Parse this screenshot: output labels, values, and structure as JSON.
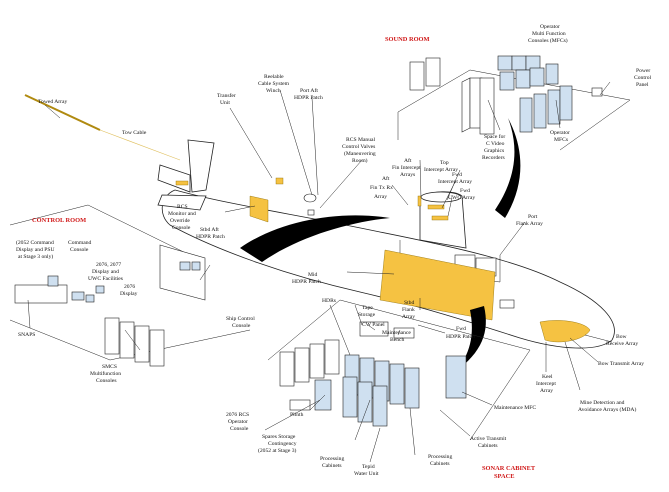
{
  "rooms": {
    "sound_room": "SOUND ROOM",
    "control_room": "CONTROL ROOM",
    "sonar_cabinet_1": "SONAR CABINET",
    "sonar_cabinet_2": "SPACE"
  },
  "labels": {
    "towed_array": "Towed Array",
    "tow_cable": "Tow Cable",
    "transfer_unit_1": "Transfer",
    "transfer_unit_2": "Unit",
    "reelable_1": "Reelable",
    "reelable_2": "Cable System",
    "reelable_3": "Winch",
    "port_aft_1": "Port Aft",
    "port_aft_2": "HDPR Patch",
    "rcs_manual_1": "RCS Manual",
    "rcs_manual_2": "Control Valves",
    "rcs_manual_3": "(Maneuvering",
    "rcs_manual_4": "Room)",
    "operator_mfc_1": "Operator",
    "operator_mfc_2": "Multi Function",
    "operator_mfc_3": "Consoles (MFCs)",
    "power_control_1": "Power",
    "power_control_2": "Control",
    "power_control_3": "Panel",
    "space_for_1": "Space for",
    "space_for_2": "C Video",
    "space_for_3": "Graphics",
    "space_for_4": "Recorders",
    "operator_mfcs_1": "Operator",
    "operator_mfcs_2": "MFCs",
    "aft_fin_1": "Aft",
    "aft_fin_2": "Fin Intercept",
    "aft_fin_3": "Arrays",
    "aft_fin_tx_1": "Aft",
    "aft_fin_tx_2": "Fin Tx Rx",
    "aft_fin_tx_3": "Array",
    "top_intercept_1": "Top",
    "top_intercept_2": "Intercept Array",
    "fwd_intercept_1": "Fwd",
    "fwd_intercept_2": "Intercept Array",
    "fwd_uwc_1": "Fwd",
    "fwd_uwc_2": "UWC Array",
    "rcs_monitor_1": "RCS",
    "rcs_monitor_2": "Monitor and",
    "rcs_monitor_3": "Override",
    "rcs_monitor_4": "Console",
    "stbd_aft_1": "Stbd Aft",
    "stbd_aft_2": "HDPR Patch",
    "port_flank": "Port",
    "port_flank_2": "Flank Array",
    "cmd_display_1": "(2052 Command",
    "cmd_display_2": "Display and PSU",
    "cmd_display_3": "at Stage 3 only)",
    "cmd_console_1": "Command",
    "cmd_console_2": "Console",
    "disp_2076_2077_1": "2076, 2077",
    "disp_2076_2077_2": "Display and",
    "disp_2076_2077_3": "UWC Facilities",
    "disp_2076": "2076",
    "display": "Display",
    "ship_control_1": "Ship Control",
    "ship_control_2": "Console",
    "mid_hdpr_1": "Mid",
    "mid_hdpr_2": "HDPR Patch",
    "snaps": "SNAPS",
    "smcs_1": "SMCS",
    "smcs_2": "Multifunction",
    "smcs_3": "Consoles",
    "hdrs": "HDRs",
    "tape_storage_1": "Tape",
    "tape_storage_2": "Storage",
    "cw_panel": "CW Panel",
    "maint_bench_1": "Maintenance",
    "maint_bench_2": "Bench",
    "stbd_flank_1": "Stbd",
    "stbd_flank_2": "Flank",
    "stbd_flank_3": "Array",
    "fwd_hdpr_1": "Fwd",
    "fwd_hdpr_2": "HDPR Patch",
    "bow_receive_1": "Bow",
    "bow_receive_2": "Receive Array",
    "bow_transmit": "Bow Transmit Array",
    "keel_1": "Keel",
    "keel_2": "Intercept",
    "keel_3": "Array",
    "mine_1": "Mine Detection and",
    "mine_2": "Avoidance Arrays (MDA)",
    "maint_mfc": "Maintenance MFC",
    "plinth": "Plinth",
    "rcs2076_1": "2076 RCS",
    "rcs2076_2": "Operator",
    "rcs2076_3": "Console",
    "spares_1": "Spares Storage",
    "spares_2": "Contingency",
    "spares_3": "(2052 at Stage 3)",
    "processing_1": "Processing",
    "processing_2": "Cabinets",
    "processing_b1": "Processing",
    "processing_b2": "Cabinets",
    "tepid_1": "Tepid",
    "tepid_2": "Water Unit",
    "active_tx_1": "Active Transmit",
    "active_tx_2": "Cabinets"
  }
}
